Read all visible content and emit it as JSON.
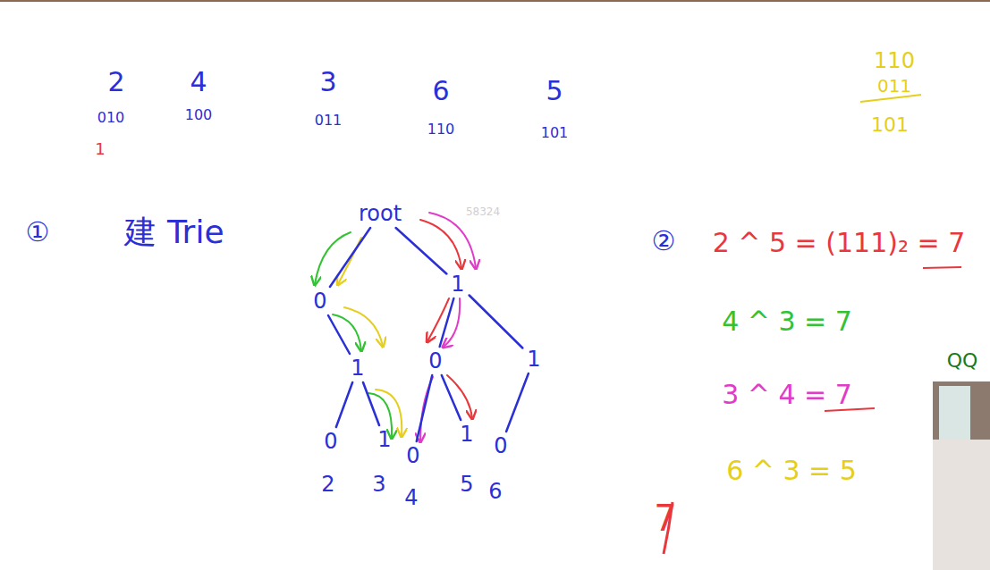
{
  "diagram": {
    "nodes": [
      {
        "text": [
          "root"
        ]
      },
      {
        "text": [
          "0"
        ]
      },
      {
        "text": [
          "1"
        ]
      },
      {
        "text": [
          "1"
        ]
      },
      {
        "text": [
          "0"
        ]
      },
      {
        "text": [
          "1"
        ]
      },
      {
        "text": [
          "0"
        ]
      },
      {
        "text": [
          "1"
        ]
      },
      {
        "text": [
          "0"
        ]
      },
      {
        "text": [
          "1"
        ]
      },
      {
        "text": [
          "0"
        ]
      }
    ],
    "edges": [
      {
        "from": 0,
        "to": 1,
        "arrow": "none"
      },
      {
        "from": 0,
        "to": 2,
        "arrow": "none"
      },
      {
        "from": 1,
        "to": 3,
        "arrow": "none"
      },
      {
        "from": 2,
        "to": 4,
        "arrow": "none"
      },
      {
        "from": 2,
        "to": 5,
        "arrow": "none"
      },
      {
        "from": 3,
        "to": 6,
        "arrow": "none"
      },
      {
        "from": 3,
        "to": 7,
        "arrow": "none"
      },
      {
        "from": 4,
        "to": 8,
        "arrow": "none"
      },
      {
        "from": 4,
        "to": 9,
        "arrow": "none"
      },
      {
        "from": 5,
        "to": 10,
        "arrow": "none"
      }
    ],
    "labels": [
      "2",
      "4",
      "3",
      "6",
      "5",
      "010",
      "100",
      "011",
      "110",
      "101",
      "1",
      "110",
      "011",
      "101",
      "①",
      "建 Trie",
      "58324",
      "②",
      "2 ^ 5 = (111)₂ = 7",
      "4 ^ 3 = 7",
      "3 ^ 4 = 7",
      "6 ^ 3 = 5",
      "2",
      "3",
      "4",
      "5",
      "6",
      "7",
      "QQ"
    ]
  }
}
